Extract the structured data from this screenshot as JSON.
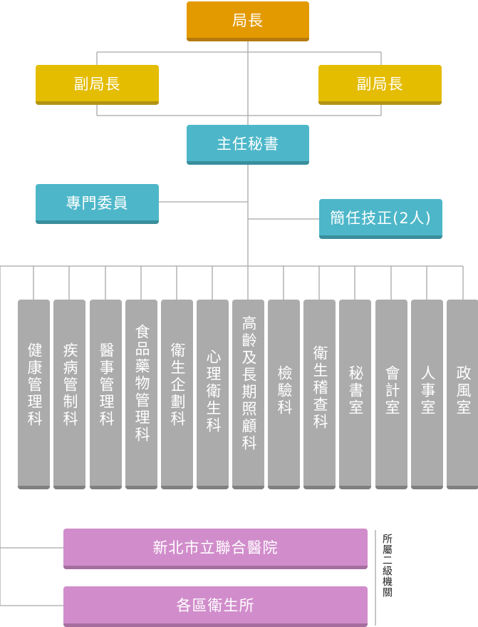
{
  "top": {
    "director": "局長"
  },
  "deputies": [
    "副局長",
    "副局長"
  ],
  "chief_secretary": "主任秘書",
  "commissioner": "專門委員",
  "senior_technician": "簡任技正(2人)",
  "divisions": [
    "健康管理科",
    "疾病管制科",
    "醫事管理科",
    "食品藥物管理科",
    "衛生企劃科",
    "心理衛生科",
    "高齡及長期照顧科",
    "檢驗科",
    "衛生稽查科",
    "秘書室",
    "會計室",
    "人事室",
    "政風室"
  ],
  "subordinate": {
    "hospital": "新北市立聯合醫院",
    "health_centers": "各區衛生所",
    "note": "所屬二級機關"
  },
  "colors": {
    "director": "#E39A00",
    "deputy": "#E4BC00",
    "staff": "#4DB7C9",
    "division": "#ABABAB",
    "subordinate": "#D18DCB",
    "connector": "#A8A8A8"
  }
}
